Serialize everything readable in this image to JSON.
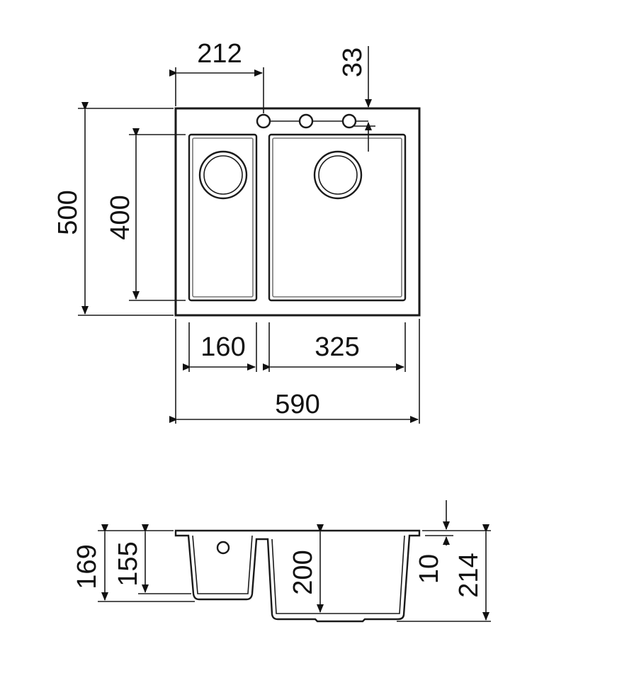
{
  "top_view": {
    "dim_tap_offset": "212",
    "dim_tap_edge": "33",
    "dim_total_depth": "500",
    "dim_bowl_depth": "400",
    "dim_small_bowl_width": "160",
    "dim_large_bowl_width": "325",
    "dim_total_width": "590"
  },
  "side_view": {
    "dim_small_total": "169",
    "dim_small_bowl": "155",
    "dim_large_bowl": "200",
    "dim_rim": "10",
    "dim_large_total": "214"
  },
  "colors": {
    "line": "#1a1a1a",
    "background": "#ffffff"
  }
}
